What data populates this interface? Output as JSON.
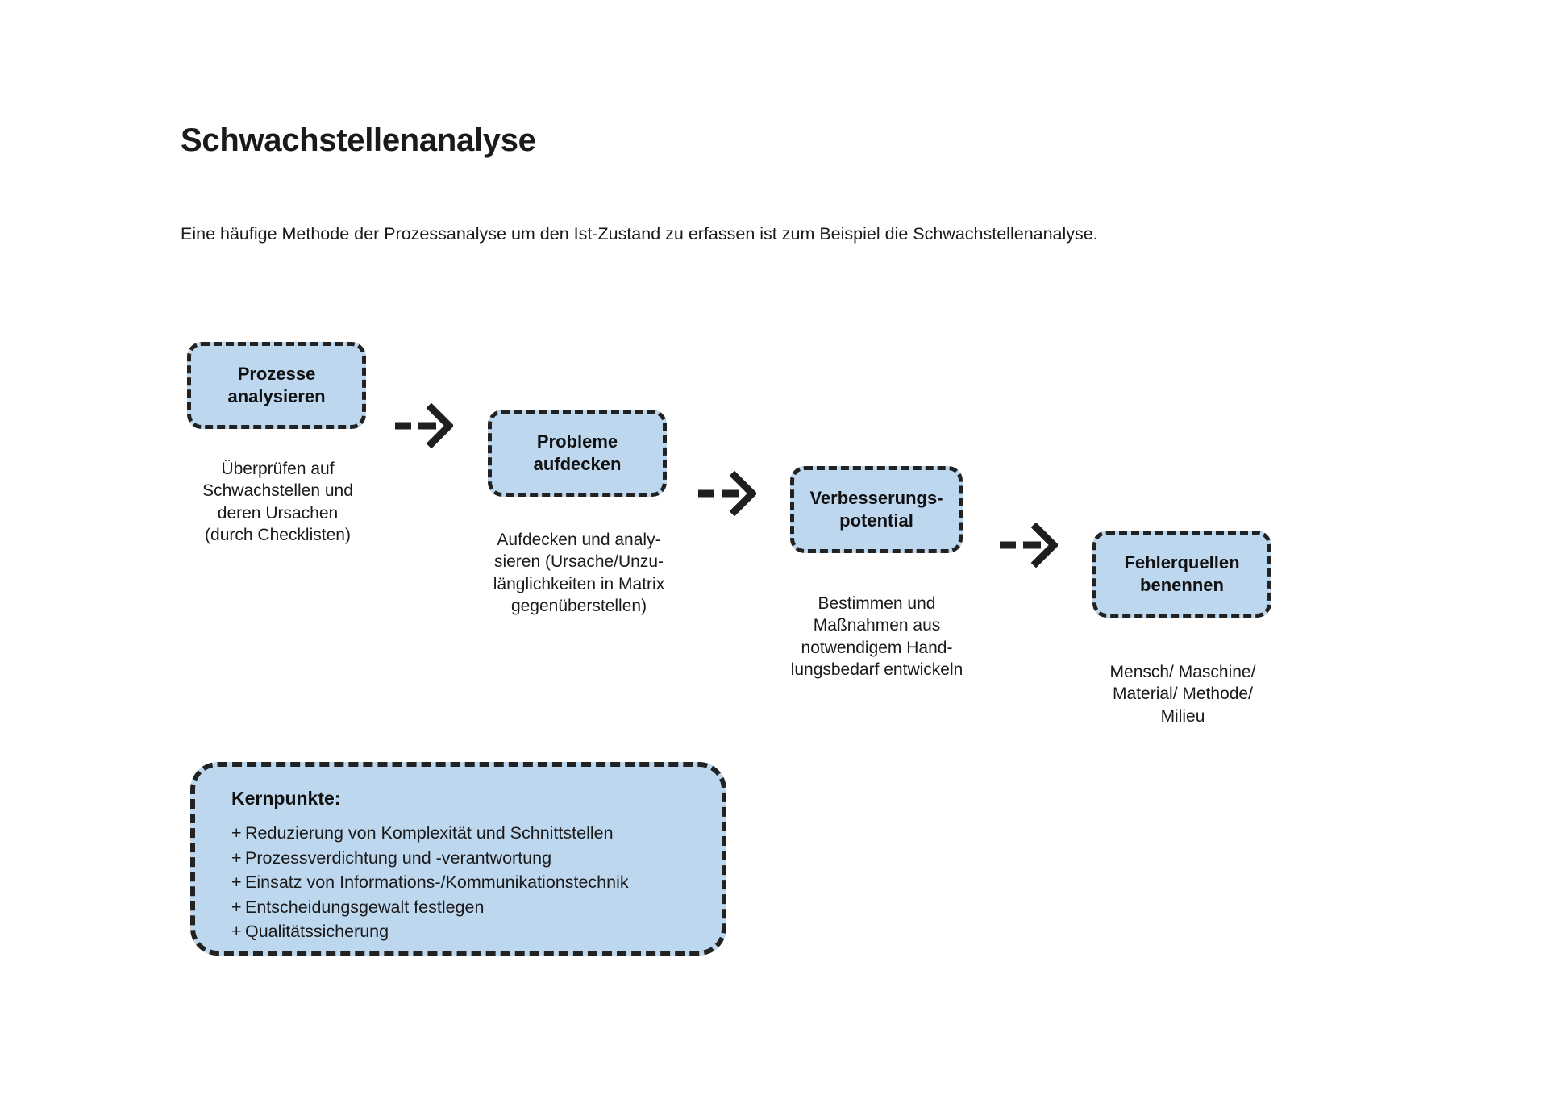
{
  "page": {
    "title": "Schwachstellenanalyse",
    "intro": "Eine häufige Methode der Prozessanalyse um den Ist-Zustand zu erfassen ist zum Beispiel die Schwachstellenanalyse.",
    "background_color": "#ffffff",
    "box_fill_color": "#bdd7ee",
    "box_border_color": "#222222",
    "text_color": "#1a1a1a"
  },
  "flow": {
    "steps": [
      {
        "label": "Prozesse\nanalysieren",
        "caption": "Überprüfen auf\nSchwachstellen und\nderen Ursachen\n(durch Checklisten)"
      },
      {
        "label": "Probleme\naufdecken",
        "caption": "Aufdecken und analy-\nsieren (Ursache/Unzu-\nlänglichkeiten in Matrix\ngegenüberstellen)"
      },
      {
        "label": "Verbesserungs-\npotential",
        "caption": "Bestimmen und\nMaßnahmen aus\nnotwendigem Hand-\nlungsbedarf entwickeln"
      },
      {
        "label": "Fehlerquellen\nbenennen",
        "caption": "Mensch/ Maschine/\nMaterial/ Methode/\nMilieu"
      }
    ],
    "arrow_count": 3,
    "arrow_style": "dashed-chevron-right"
  },
  "kernpunkte": {
    "title": "Kernpunkte:",
    "bullet_marker": "+",
    "items": [
      "Reduzierung von Komplexität und Schnittstellen",
      "Prozessverdichtung und -verantwortung",
      "Einsatz von Informations-/Kommunikationstechnik",
      "Entscheidungsgewalt festlegen",
      "Qualitätssicherung"
    ]
  }
}
